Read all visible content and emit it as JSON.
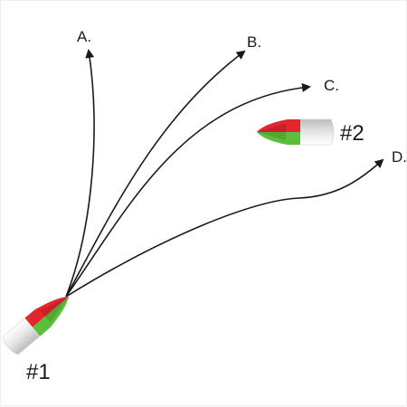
{
  "labels": {
    "course_a": "A.",
    "course_b": "B.",
    "course_c": "C.",
    "course_d": "D.",
    "boat_1": "#1",
    "boat_2": "#2"
  },
  "colors": {
    "port_light": "#e3262d",
    "starboard_light": "#5cbf3c",
    "hull": "#eeeeee",
    "arrow": "#1a1a1a"
  }
}
